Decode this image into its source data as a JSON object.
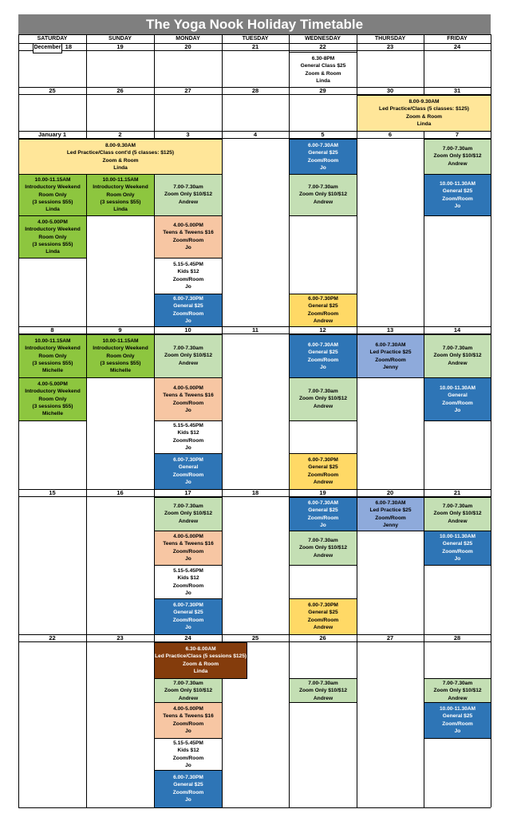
{
  "title": "The Yoga Nook Holiday Timetable",
  "days": [
    "SATURDAY",
    "SUNDAY",
    "MONDAY",
    "TUESDAY",
    "WEDNESDAY",
    "THURSDAY",
    "FRIDAY"
  ],
  "colors": {
    "green": "#8dc63f",
    "lightgreen": "#c4dfb4",
    "blue": "#2e75b6",
    "peach": "#f7c6a3",
    "yellow": "#ffd966",
    "lightyellow": "#ffe699",
    "lavender": "#8eaadb",
    "brown": "#843c0c",
    "white": "#ffffff"
  },
  "month_label": "December",
  "weeks": [
    {
      "dates": [
        "18",
        "19",
        "20",
        "21",
        "22",
        "23",
        "24"
      ]
    },
    {
      "dates": [
        "25",
        "26",
        "27",
        "28",
        "29",
        "30",
        "31"
      ]
    },
    {
      "dates": [
        "January 1",
        "2",
        "3",
        "4",
        "5",
        "6",
        "7"
      ]
    },
    {
      "dates": [
        "8",
        "9",
        "10",
        "11",
        "12",
        "13",
        "14"
      ]
    },
    {
      "dates": [
        "15",
        "16",
        "17",
        "18",
        "19",
        "20",
        "21"
      ]
    },
    {
      "dates": [
        "22",
        "23",
        "24",
        "25",
        "26",
        "27",
        "28"
      ]
    }
  ],
  "classes": [
    {
      "id": "w1-wed-general",
      "color": "white",
      "lines": [
        "6.30-8PM",
        "General Class $25",
        "Zoom & Room",
        "Linda"
      ]
    },
    {
      "id": "w2-led-practice",
      "color": "lightyellow",
      "lines": [
        "8.00-9.30AM",
        "Led Practice/Class (5 classes: $125)",
        "Zoom & Room",
        "Linda"
      ]
    },
    {
      "id": "w3-led-practice",
      "color": "lightyellow",
      "lines": [
        "8.00-9.30AM",
        "Led Practice/Class cont'd (5 classes: $125)",
        "Zoom & Room",
        "Linda"
      ]
    },
    {
      "id": "w3-wed-general-am",
      "color": "blue",
      "lines": [
        "6.00-7.30AM",
        "General $25",
        "Zoom/Room",
        "Jo"
      ]
    },
    {
      "id": "w3-fri-zoom",
      "color": "lightgreen",
      "lines": [
        "7.00-7.30am",
        "Zoom Only $10/$12",
        "Andrew"
      ]
    },
    {
      "id": "w3-sat-intro-am",
      "color": "green",
      "lines": [
        "10.00-11.15AM",
        "Introductory Weekend",
        "Room Only",
        "(3 sessions $55)",
        "Linda"
      ]
    },
    {
      "id": "w3-sun-intro-am",
      "color": "green",
      "lines": [
        "10.00-11.15AM",
        "Introductory Weekend",
        "Room Only",
        "(3 sessions $55)",
        "Linda"
      ]
    },
    {
      "id": "w3-mon-zoom",
      "color": "lightgreen",
      "lines": [
        "7.00-7.30am",
        "Zoom Only $10/$12",
        "Andrew"
      ]
    },
    {
      "id": "w3-wed-zoom",
      "color": "lightgreen",
      "lines": [
        "7.00-7.30am",
        "Zoom Only $10/$12",
        "Andrew"
      ]
    },
    {
      "id": "w3-fri-general",
      "color": "blue",
      "lines": [
        "10.00-11.30AM",
        "General $25",
        "Zoom/Room",
        "Jo"
      ]
    },
    {
      "id": "w3-sat-intro-pm",
      "color": "green",
      "lines": [
        "4.00-5.00PM",
        "Introductory Weekend",
        "Room Only",
        "(3 sessions $55)",
        "Linda"
      ]
    },
    {
      "id": "w3-mon-teens",
      "color": "peach",
      "lines": [
        "4.00-5.00PM",
        "Teens & Tweens $16",
        "Zoom/Room",
        "Jo"
      ]
    },
    {
      "id": "w3-mon-kids",
      "color": "white",
      "lines": [
        "5.15-5.45PM",
        "Kids $12",
        "Zoom/Room",
        "Jo"
      ]
    },
    {
      "id": "w3-mon-general-pm",
      "color": "blue",
      "lines": [
        "6.00-7.30PM",
        "General $25",
        "Zoom/Room",
        "Jo"
      ]
    },
    {
      "id": "w3-wed-general-pm",
      "color": "yellow",
      "lines": [
        "6.00-7.30PM",
        "General $25",
        "Zoom/Room",
        "Andrew"
      ]
    },
    {
      "id": "w4-sat-intro-am",
      "color": "green",
      "lines": [
        "10.00-11.15AM",
        "Introductory Weekend",
        "Room Only",
        "(3 sessions $55)",
        "Michelle"
      ]
    },
    {
      "id": "w4-sun-intro-am",
      "color": "green",
      "lines": [
        "10.00-11.15AM",
        "Introductory Weekend",
        "Room Only",
        "(3 sessions $55)",
        "Michelle"
      ]
    },
    {
      "id": "w4-mon-zoom",
      "color": "lightgreen",
      "lines": [
        "7.00-7.30am",
        "Zoom Only $10/$12",
        "Andrew"
      ]
    },
    {
      "id": "w4-wed-general-am",
      "color": "blue",
      "lines": [
        "6.00-7.30AM",
        "General $25",
        "Zoom/Room",
        "Jo"
      ]
    },
    {
      "id": "w4-thu-led",
      "color": "lavender",
      "lines": [
        "6.00-7.30AM",
        "Led Practice $25",
        "Zoom/Room",
        "Jenny"
      ]
    },
    {
      "id": "w4-fri-zoom",
      "color": "lightgreen",
      "lines": [
        "7.00-7.30am",
        "Zoom Only $10/$12",
        "Andrew"
      ]
    },
    {
      "id": "w4-sat-intro-pm",
      "color": "green",
      "lines": [
        "4.00-5.00PM",
        "Introductory Weekend",
        "Room Only",
        "(3 sessions $55)",
        "Michelle"
      ]
    },
    {
      "id": "w4-mon-teens",
      "color": "peach",
      "lines": [
        "4.00-5.00PM",
        "Teens & Tweens $16",
        "Zoom/Room",
        "Jo"
      ]
    },
    {
      "id": "w4-wed-zoom",
      "color": "lightgreen",
      "lines": [
        "7.00-7.30am",
        "Zoom Only $10/$12",
        "Andrew"
      ]
    },
    {
      "id": "w4-fri-general",
      "color": "blue",
      "lines": [
        "10.00-11.30AM",
        "General",
        "Zoom/Room",
        "Jo"
      ]
    },
    {
      "id": "w4-mon-kids",
      "color": "white",
      "lines": [
        "5.15-5.45PM",
        "Kids $12",
        "Zoom/Room",
        "Jo"
      ]
    },
    {
      "id": "w4-mon-general-pm",
      "color": "blue",
      "lines": [
        "6.00-7.30PM",
        "General",
        "Zoom/Room",
        "Jo"
      ]
    },
    {
      "id": "w4-wed-general-pm",
      "color": "yellow",
      "lines": [
        "6.00-7.30PM",
        "General $25",
        "Zoom/Room",
        "Andrew"
      ]
    },
    {
      "id": "w5-wed-general-am",
      "color": "blue",
      "lines": [
        "6.00-7.30AM",
        "General $25",
        "Zoom/Room",
        "Jo"
      ]
    },
    {
      "id": "w5-thu-led",
      "color": "lavender",
      "lines": [
        "6.00-7.30AM",
        "Led Practice $25",
        "Zoom/Room",
        "Jenny"
      ]
    },
    {
      "id": "w5-mon-zoom",
      "color": "lightgreen",
      "lines": [
        "7.00-7.30am",
        "Zoom Only $10/$12",
        "Andrew"
      ]
    },
    {
      "id": "w5-fri-zoom",
      "color": "lightgreen",
      "lines": [
        "7.00-7.30am",
        "Zoom Only $10/$12",
        "Andrew"
      ]
    },
    {
      "id": "w5-mon-teens",
      "color": "peach",
      "lines": [
        "4.00-5.00PM",
        "Teens & Tweens $16",
        "Zoom/Room",
        "Jo"
      ]
    },
    {
      "id": "w5-wed-zoom",
      "color": "lightgreen",
      "lines": [
        "7.00-7.30am",
        "Zoom Only $10/$12",
        "Andrew"
      ]
    },
    {
      "id": "w5-fri-general",
      "color": "blue",
      "lines": [
        "10.00-11.30AM",
        "General $25",
        "Zoom/Room",
        "Jo"
      ]
    },
    {
      "id": "w5-mon-kids",
      "color": "white",
      "lines": [
        "5.15-5.45PM",
        "Kids $12",
        "Zoom/Room",
        "Jo"
      ]
    },
    {
      "id": "w5-mon-general-pm",
      "color": "blue",
      "lines": [
        "6.00-7.30PM",
        "General $25",
        "Zoom/Room",
        "Jo"
      ]
    },
    {
      "id": "w5-wed-general-pm",
      "color": "yellow",
      "lines": [
        "6.00-7.30PM",
        "General $25",
        "Zoom/Room",
        "Andrew"
      ]
    },
    {
      "id": "w6-led-practice",
      "color": "brown",
      "text_color": "#ffffff",
      "lines": [
        "6.30-8.00AM",
        "Led Practice/Class (5 sessions $125)",
        "Zoom & Room",
        "Linda"
      ]
    },
    {
      "id": "w6-mon-zoom",
      "color": "lightgreen",
      "lines": [
        "7.00-7.30am",
        "Zoom Only $10/$12",
        "Andrew"
      ]
    },
    {
      "id": "w6-wed-zoom",
      "color": "lightgreen",
      "lines": [
        "7.00-7.30am",
        "Zoom Only $10/$12",
        "Andrew"
      ]
    },
    {
      "id": "w6-fri-zoom",
      "color": "lightgreen",
      "lines": [
        "7.00-7.30am",
        "Zoom Only $10/$12",
        "Andrew"
      ]
    },
    {
      "id": "w6-fri-general",
      "color": "blue",
      "lines": [
        "10.00-11.30AM",
        "General $25",
        "Zoom/Room",
        "Jo"
      ]
    },
    {
      "id": "w6-mon-teens",
      "color": "peach",
      "lines": [
        "4.00-5.00PM",
        "Teens & Tweens $16",
        "Zoom/Room",
        "Jo"
      ]
    },
    {
      "id": "w6-mon-kids",
      "color": "white",
      "lines": [
        "5.15-5.45PM",
        "Kids $12",
        "Zoom/Room",
        "Jo"
      ]
    },
    {
      "id": "w6-mon-general-pm",
      "color": "blue",
      "lines": [
        "6.00-7.30PM",
        "General $25",
        "Zoom/Room",
        "Jo"
      ]
    }
  ]
}
